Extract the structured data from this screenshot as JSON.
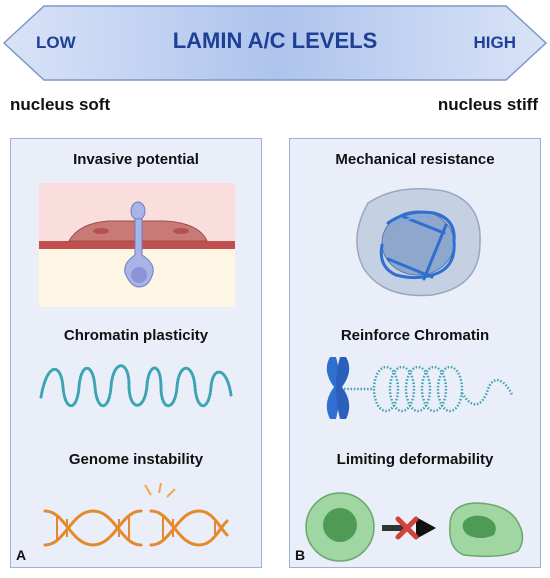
{
  "banner": {
    "title": "LAMIN A/C LEVELS",
    "low_label": "LOW",
    "high_label": "HIGH",
    "gradient": [
      "#d9e3f7",
      "#a6bde9",
      "#d9e3f7"
    ],
    "title_color": "#1f3f96"
  },
  "left_caption": "nucleus soft",
  "right_caption": "nucleus stiff",
  "panel_a": {
    "letter": "A",
    "items": [
      {
        "heading": "Invasive potential",
        "icon": "cell-migration-through-membrane-icon"
      },
      {
        "heading": "Chromatin plasticity",
        "icon": "loose-chromatin-fiber-icon"
      },
      {
        "heading": "Genome instability",
        "icon": "broken-dna-helix-icon"
      }
    ]
  },
  "panel_b": {
    "letter": "B",
    "items": [
      {
        "heading": "Mechanical resistance",
        "icon": "nucleus-with-lamin-network-icon"
      },
      {
        "heading": "Reinforce Chromatin",
        "icon": "chromosome-coiled-fiber-icon"
      },
      {
        "heading": "Limiting deformability",
        "icon": "blocked-cell-deformation-icon"
      }
    ]
  },
  "colors": {
    "panel_bg": "#e9eef9",
    "panel_border": "#9db0d6",
    "dna_orange": "#e58a2c",
    "chromatin_teal": "#3ba3b4",
    "lamin_blue": "#2f6fd0",
    "cell_green": "#8fcf92"
  }
}
